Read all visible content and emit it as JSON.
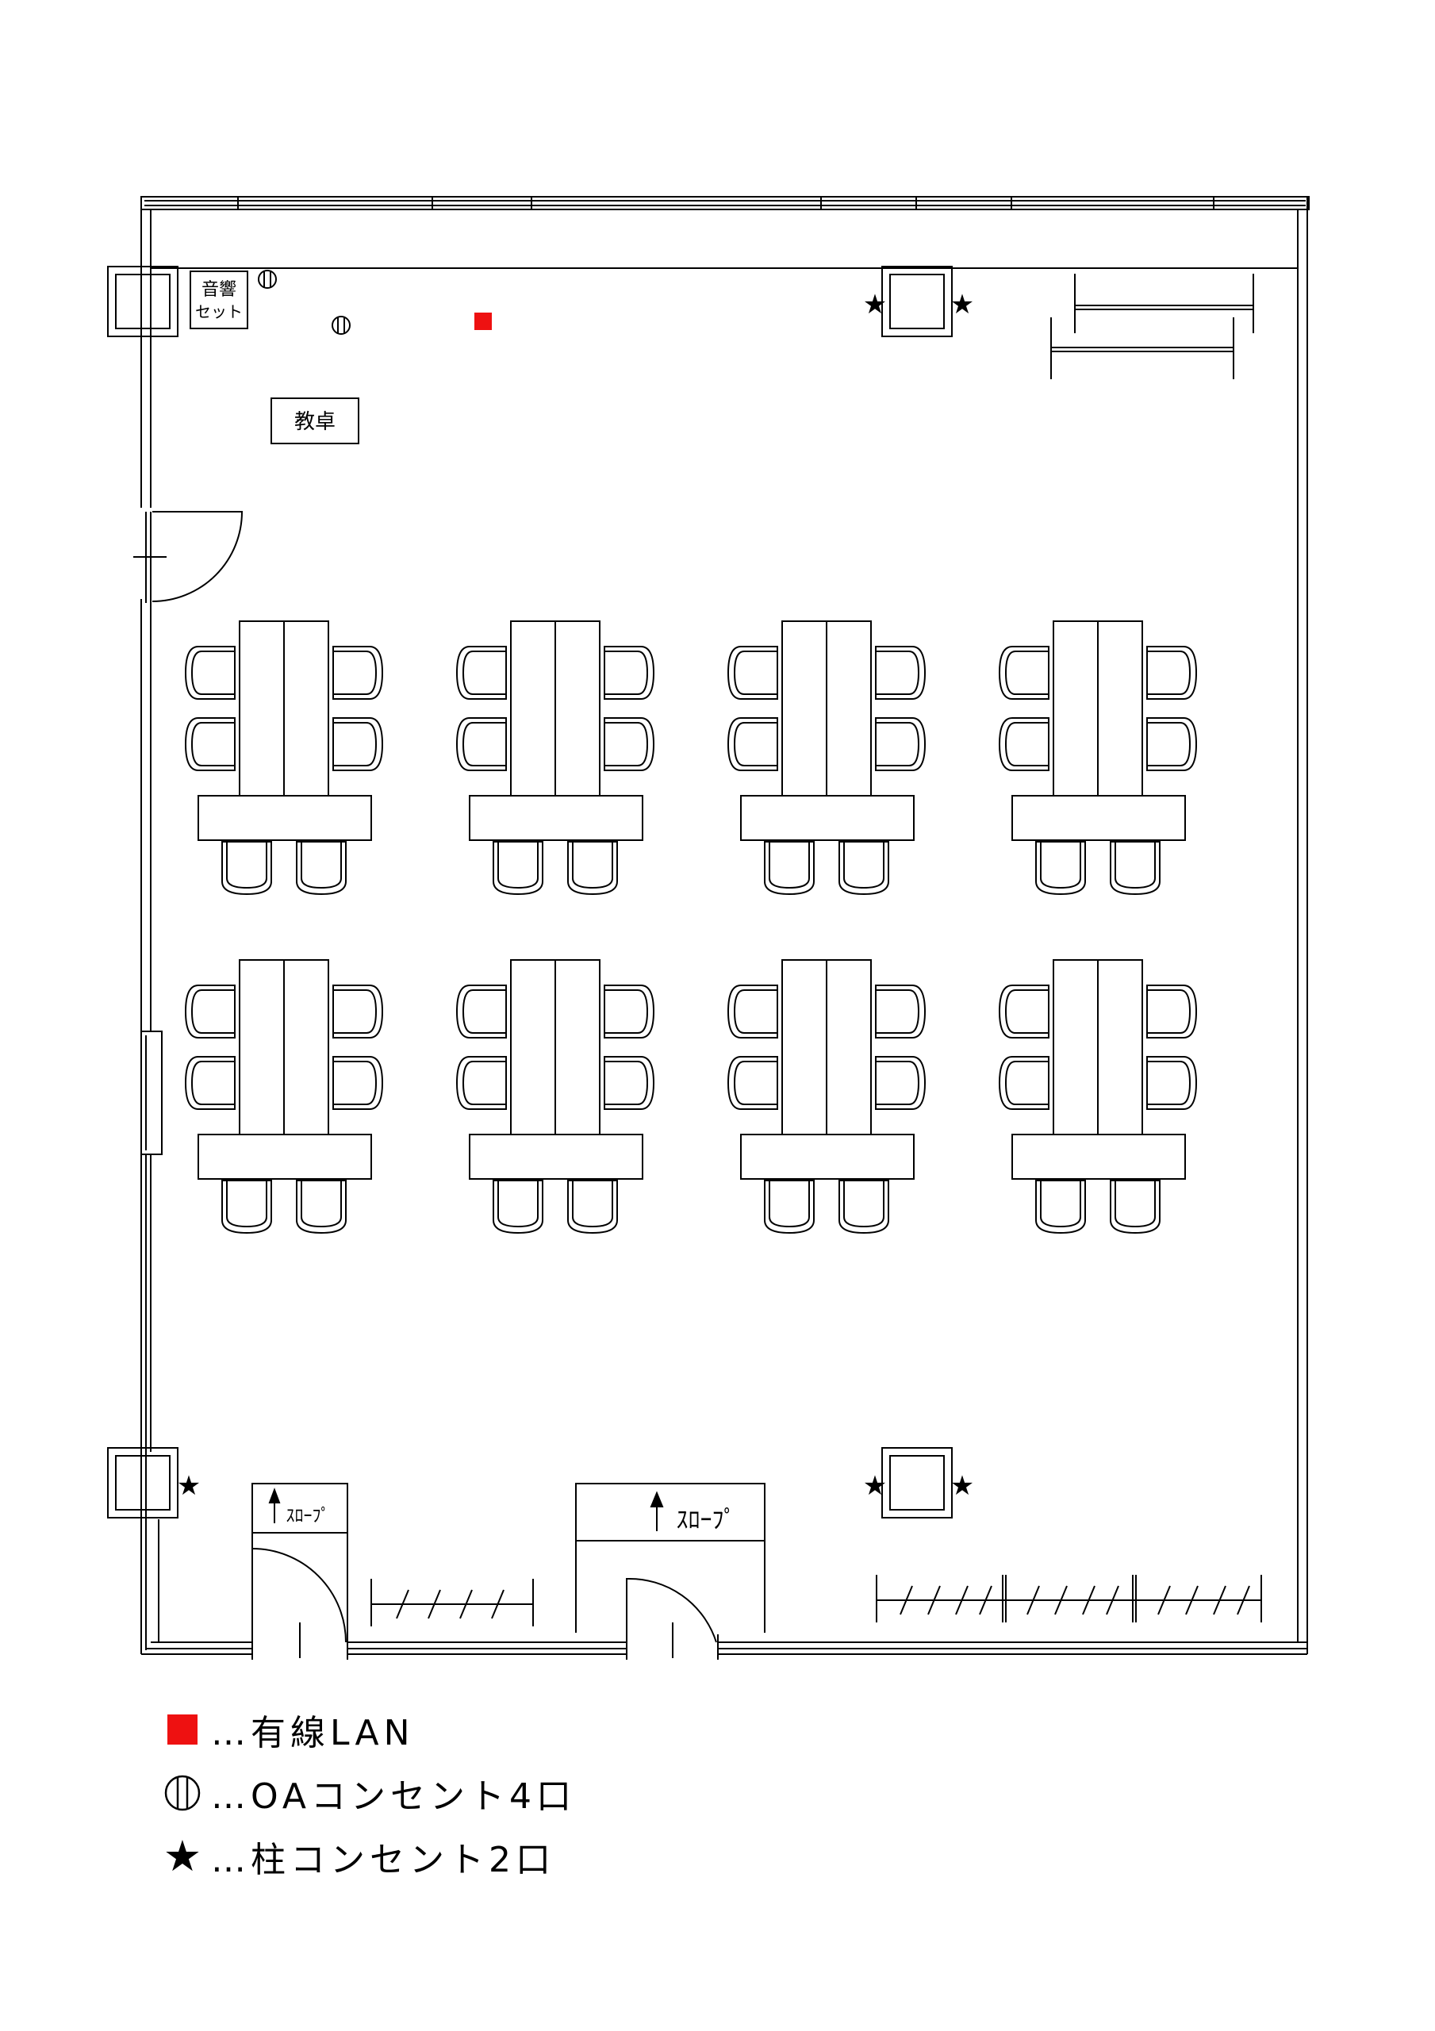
{
  "labels": {
    "audio_set_line1": "音響",
    "audio_set_line2": "セット",
    "podium": "教卓",
    "slope_left": "ｽﾛｰﾌﾟ",
    "slope_right": "ｽﾛｰﾌﾟ"
  },
  "legend": [
    {
      "icon": "lan-square-icon",
      "text": "…有線LAN",
      "color": "#ee1111"
    },
    {
      "icon": "oa-outlet-icon",
      "text": "…OAコンセント4口"
    },
    {
      "icon": "pillar-outlet-star-icon",
      "text": "…柱コンセント2口"
    }
  ],
  "colors": {
    "lan": "#ee1111",
    "line": "#000000"
  }
}
